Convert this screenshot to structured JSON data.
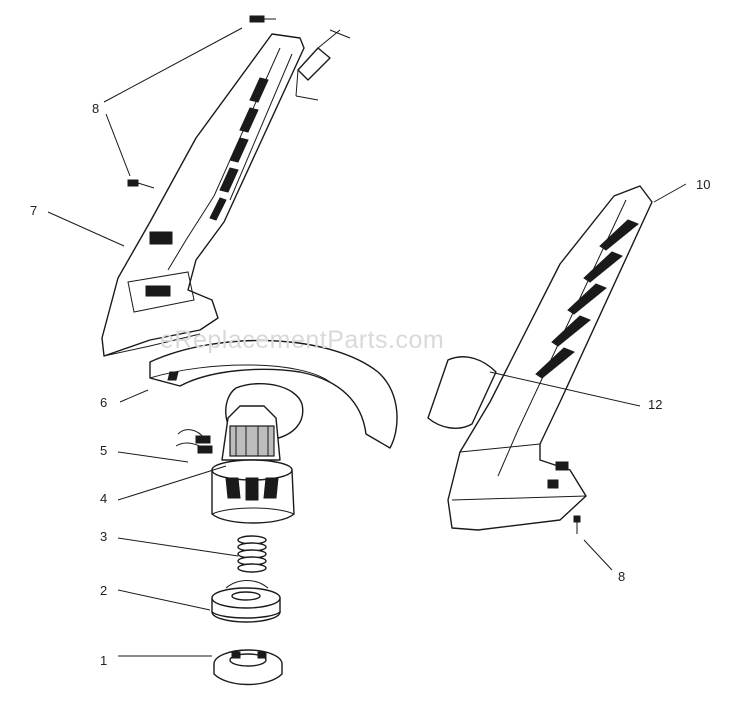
{
  "watermark": "eReplacementParts.com",
  "callouts": {
    "c1": "1",
    "c2": "2",
    "c3": "3",
    "c4": "4",
    "c5": "5",
    "c6": "6",
    "c7": "7",
    "c8_top": "8",
    "c8_bottom": "8",
    "c10": "10",
    "c12": "12"
  }
}
